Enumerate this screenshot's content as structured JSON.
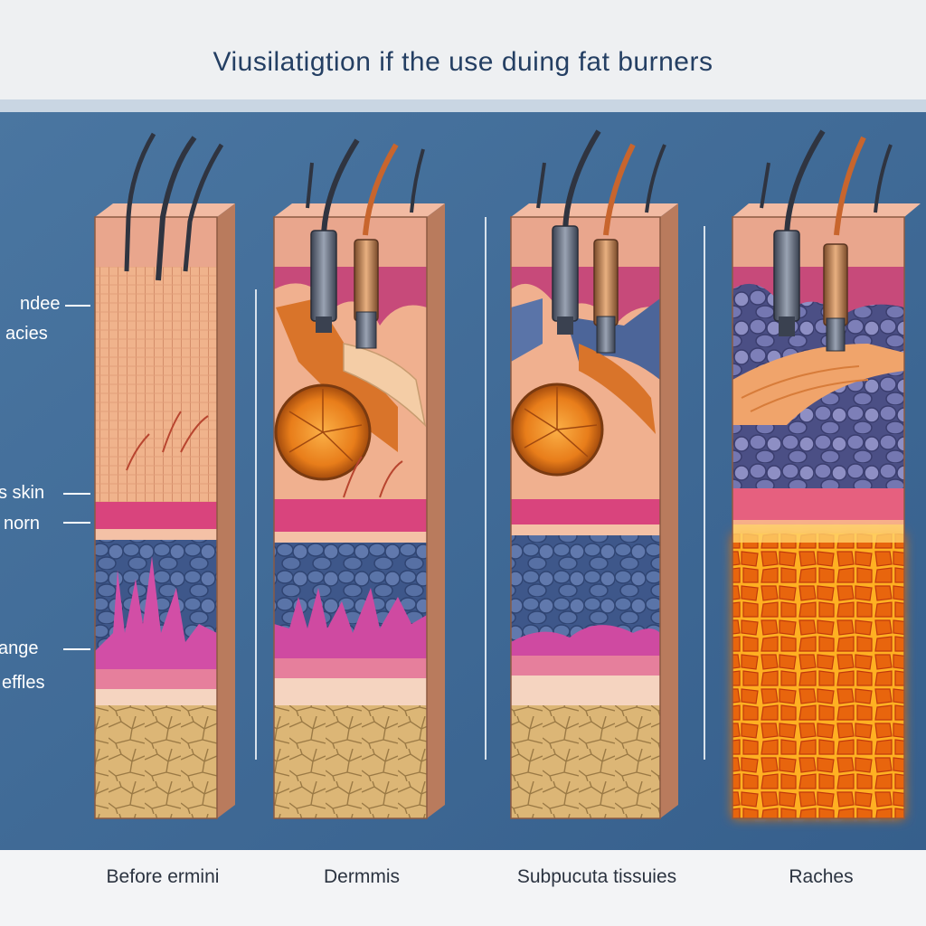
{
  "title": "Viusilatigtion if the use duing fat burners",
  "side_labels": [
    "ndee",
    "acies",
    "s skin",
    "norn",
    "ange",
    "effles"
  ],
  "captions": [
    "Before ermini",
    "Dermmis",
    "Subpucuta tissuies",
    "Raches"
  ],
  "colors": {
    "background": "#3f6b96",
    "epidermis": "#e9a68d",
    "dermis_pink": "#d9447d",
    "cells_blue": "#4c6599",
    "hypodermis": "#d6ad6d",
    "burning": "#f27413"
  }
}
